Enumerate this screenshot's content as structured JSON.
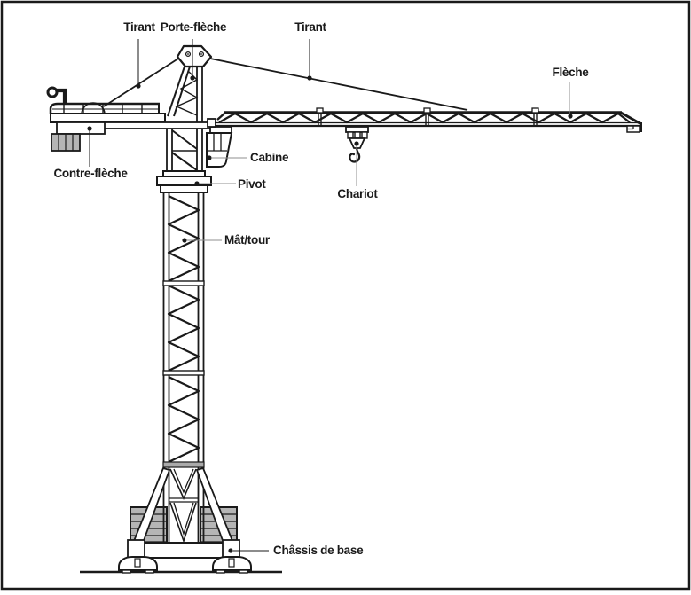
{
  "diagram": {
    "labels": {
      "tirant_left": "Tirant",
      "porte_fleche": "Porte-flèche",
      "tirant_right": "Tirant",
      "fleche": "Flèche",
      "contre_fleche": "Contre-flèche",
      "cabine": "Cabine",
      "pivot": "Pivot",
      "mat_tour": "Mât/tour",
      "chariot": "Chariot",
      "chassis_de_base": "Châssis de base"
    }
  },
  "colors": {
    "ink": "#1a1a1a",
    "leader": "#8f8f8f",
    "ballast": "#b5b5b5",
    "band": "#aaaaaa",
    "bg": "#ffffff"
  }
}
